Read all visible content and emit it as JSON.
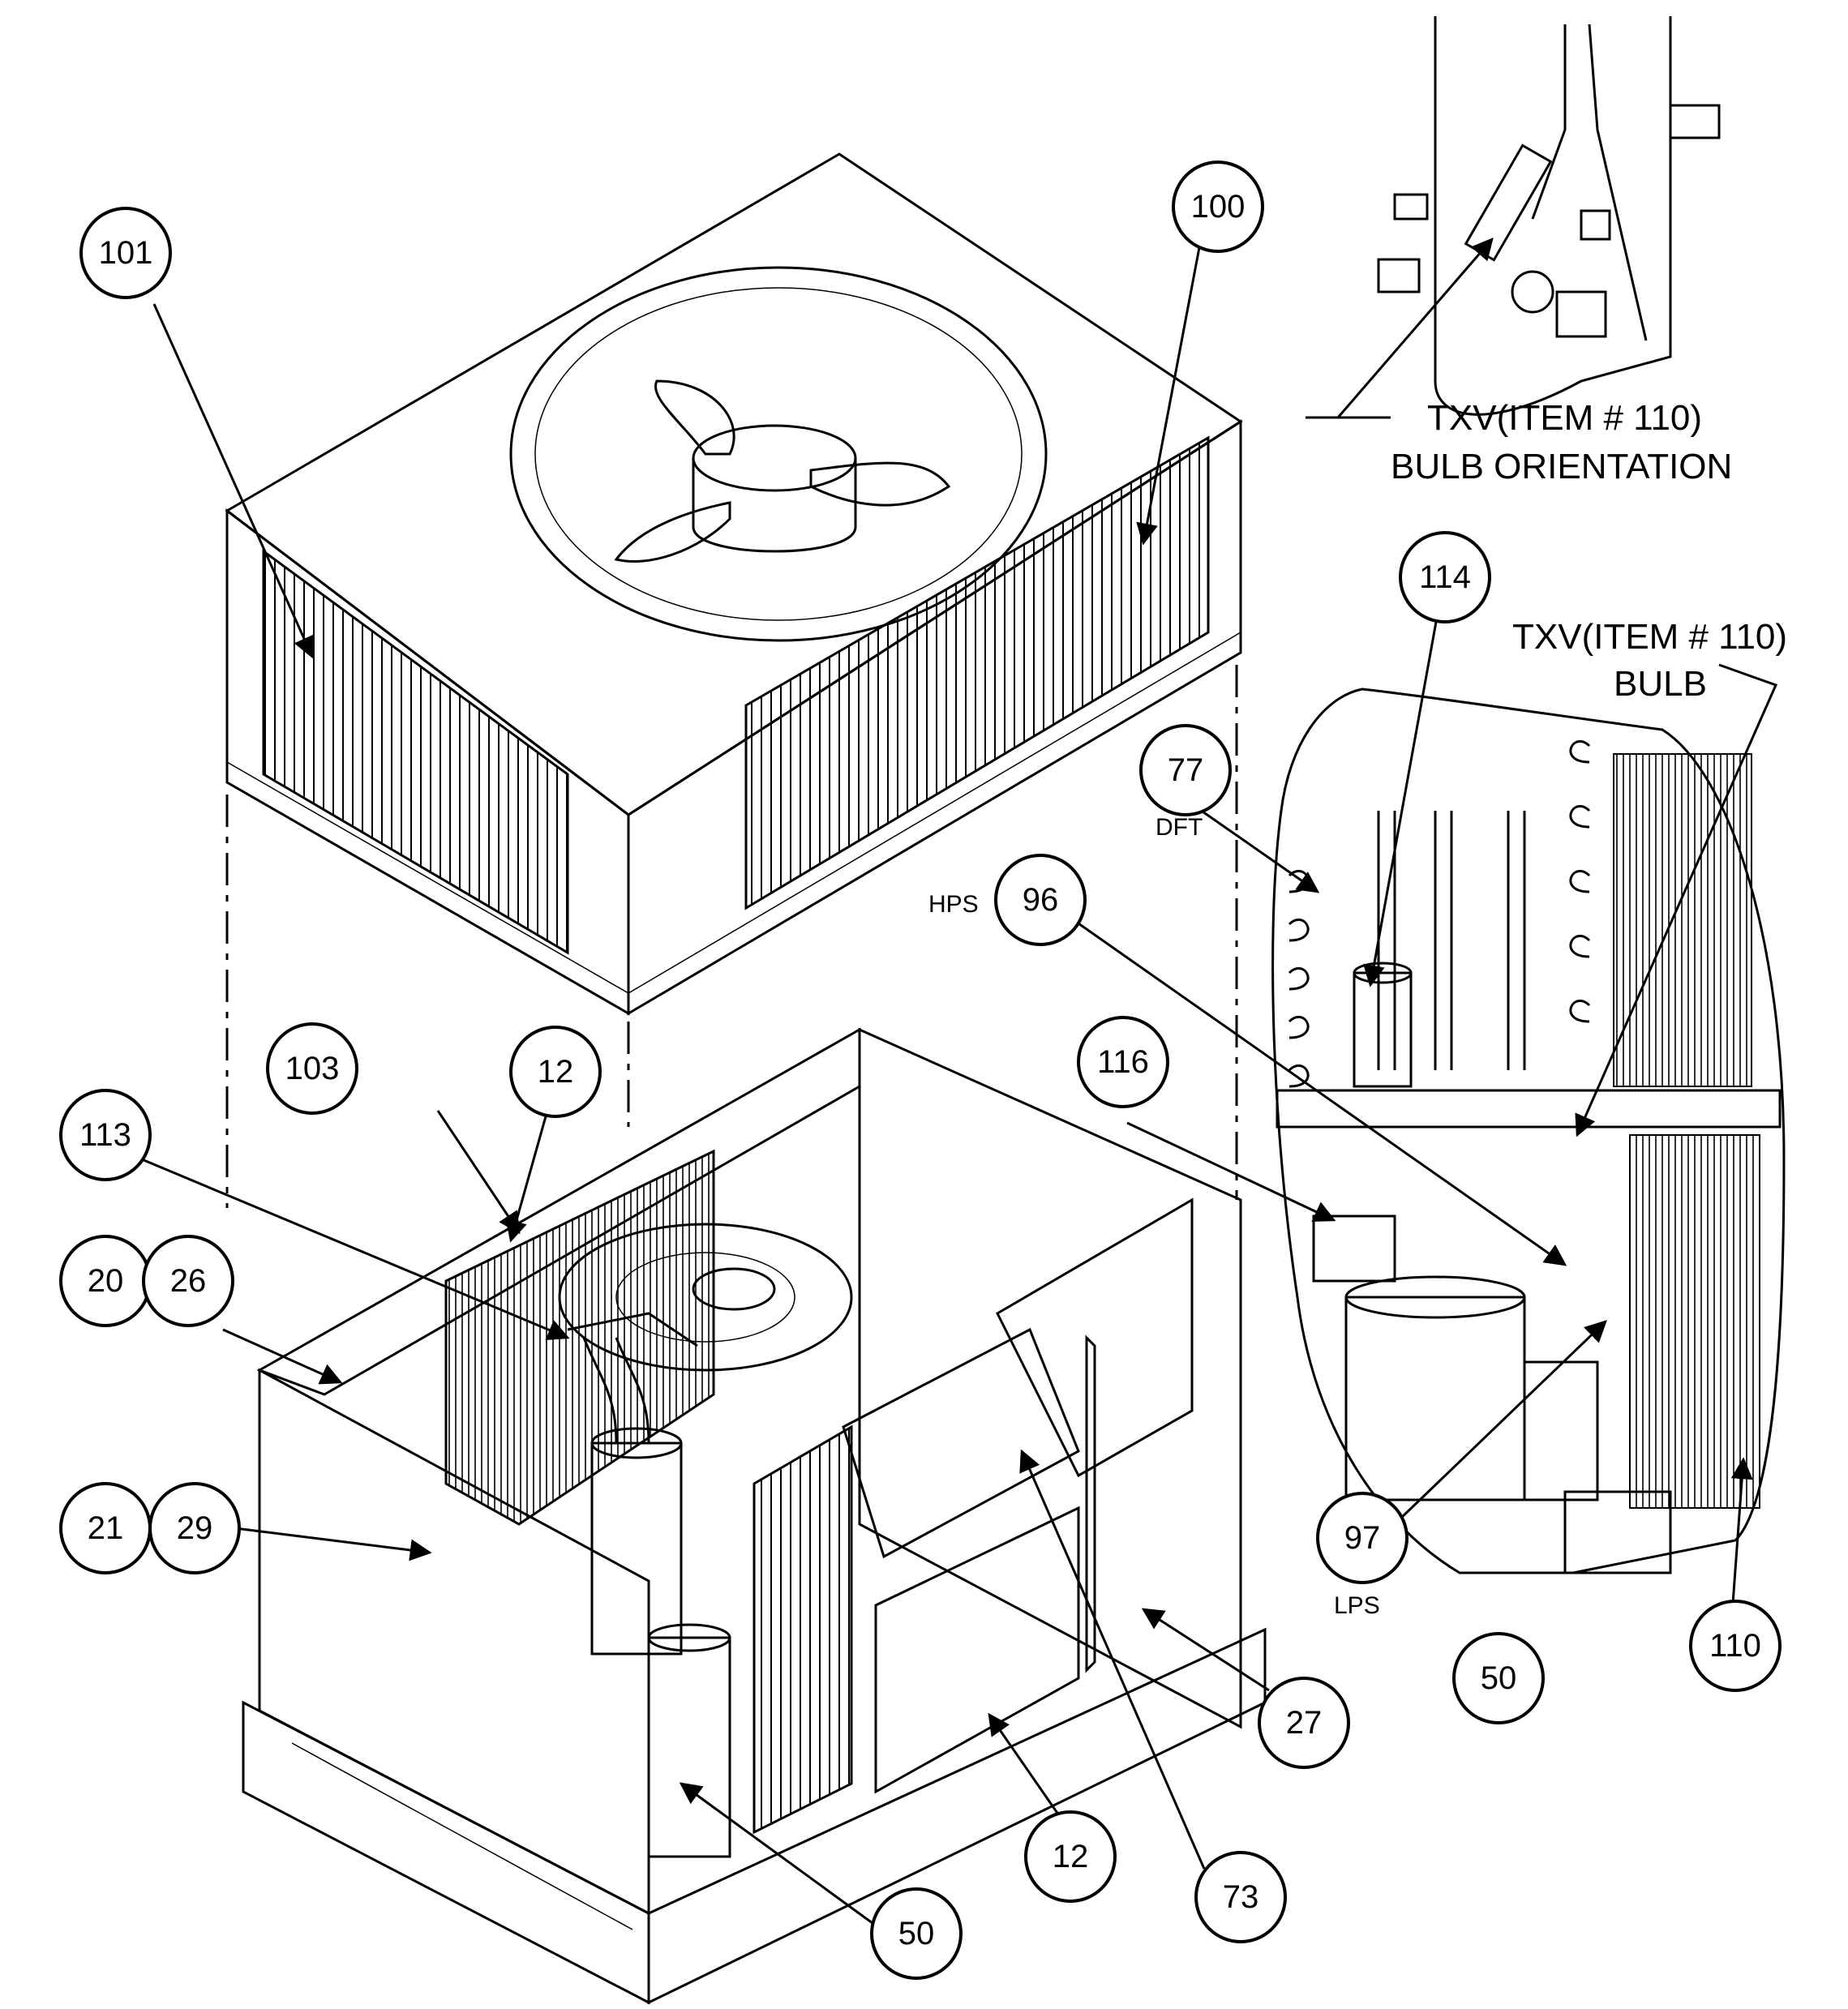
{
  "callouts": {
    "c101": "101",
    "c100": "100",
    "c114": "114",
    "c77": "77",
    "c96": "96",
    "c116": "116",
    "c103": "103",
    "c12a": "12",
    "c113": "113",
    "c20": "20",
    "c26": "26",
    "c21": "21",
    "c29": "29",
    "c97": "97",
    "c50a": "50",
    "c110": "110",
    "c27": "27",
    "c12b": "12",
    "c73": "73",
    "c50b": "50"
  },
  "labels": {
    "txv_orientation_1": "TXV(ITEM # 110)",
    "txv_orientation_2": "BULB ORIENTATION",
    "txv_bulb_1": "TXV(ITEM # 110)",
    "txv_bulb_2": "BULB",
    "dft": "DFT",
    "hps": "HPS",
    "lps": "LPS"
  }
}
